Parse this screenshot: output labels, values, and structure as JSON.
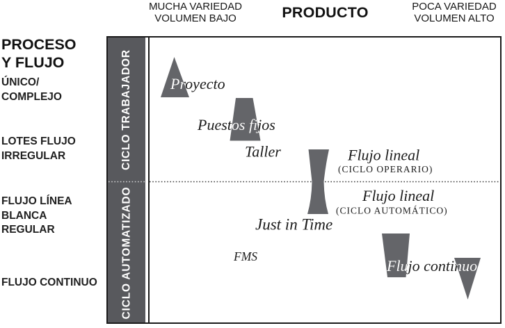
{
  "colors": {
    "band_gray": "#58595d",
    "shape_gray": "#646569",
    "text_dark": "#1a1a1a",
    "band_text": "#ffffff"
  },
  "header": {
    "left_top": {
      "line1": "MUCHA VARIEDAD",
      "line2": "VOLUMEN BAJO"
    },
    "title": "PRODUCTO",
    "right_top": {
      "line1": "POCA VARIEDAD",
      "line2": "VOLUMEN ALTO"
    }
  },
  "left_axis": {
    "title": {
      "line1": "PROCESO",
      "line2": "Y FLUJO"
    },
    "labels": [
      {
        "line1": "ÚNICO/",
        "line2": "COMPLEJO"
      },
      {
        "line1": "LOTES FLUJO",
        "line2": "IRREGULAR"
      },
      {
        "line1": "FLUJO LÍNEA",
        "line2": "BLANCA",
        "line3": "REGULAR"
      },
      {
        "line1": "FLUJO CONTINUO"
      }
    ]
  },
  "band": {
    "top": "CICLO TRABAJADOR",
    "bottom": "CICLO AUTOMATIZADO"
  },
  "plot": {
    "labels": {
      "proyecto": "Proyecto",
      "puestos_fijos": "Puestos fijos",
      "taller": "Taller",
      "flujo_lineal_operario": "Flujo lineal",
      "flujo_lineal_operario_sub": "(CICLO OPERARIO)",
      "flujo_lineal_automatico": "Flujo lineal",
      "flujo_lineal_automatico_sub": "(CICLO AUTOMÁTICO)",
      "just_in_time": "Just in Time",
      "fms": "FMS",
      "flujo_continuo": "Flujo continuo"
    },
    "shapes": [
      "triangle-up",
      "trapezoid-widening-down",
      "hourglass",
      "trapezoid-narrowing-down",
      "triangle-down"
    ]
  }
}
